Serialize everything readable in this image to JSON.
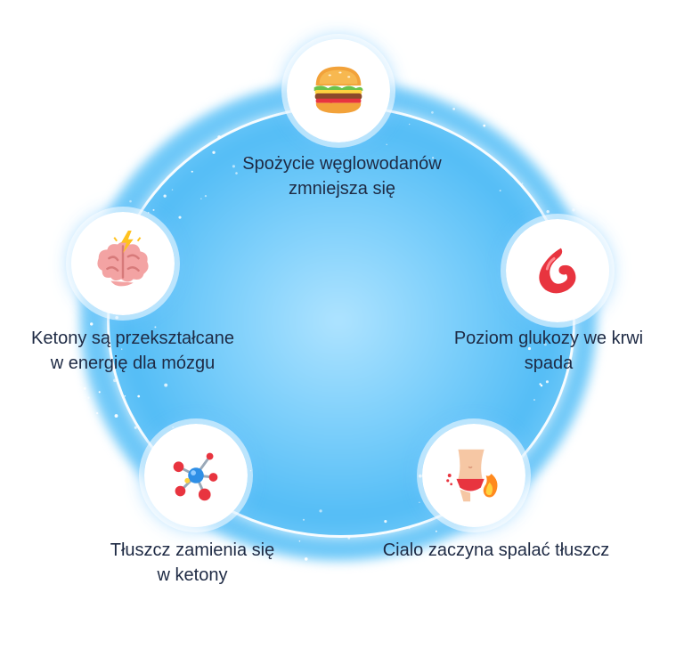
{
  "steps": [
    {
      "line1": "Spożycie węglowodanów",
      "line2": "zmniejsza się",
      "icon": "burger-icon"
    },
    {
      "line1": "Poziom glukozy we krwi",
      "line2": "spada",
      "icon": "blood-drop-icon"
    },
    {
      "line1": "Cialo zaczyna spalać tłuszcz",
      "line2": "",
      "icon": "belly-fire-icon"
    },
    {
      "line1": "Tłuszcz zamienia się",
      "line2": "w ketony",
      "icon": "molecule-icon"
    },
    {
      "line1": "Ketony są przekształcane",
      "line2": "w energię dla mózgu",
      "icon": "brain-icon"
    }
  ],
  "colors": {
    "background_glow": "#54bdf6",
    "ring": "#ffffff",
    "text": "#1e2a44",
    "accent_red": "#e8343f"
  }
}
